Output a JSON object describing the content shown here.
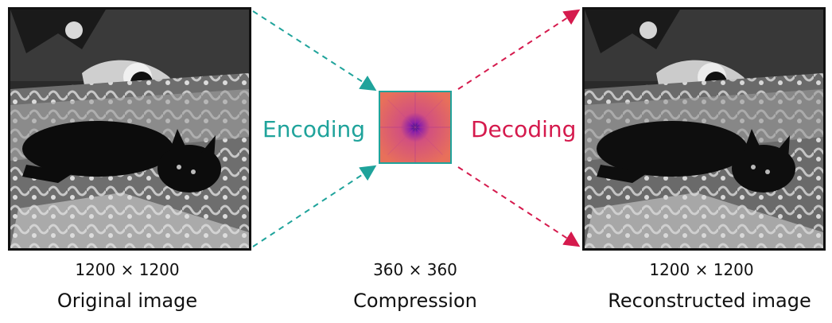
{
  "original": {
    "size": "1200 × 1200",
    "caption": "Original image"
  },
  "compressed": {
    "size": "360 × 360",
    "caption": "Compression"
  },
  "reconstructed": {
    "size": "1200 × 1200",
    "caption": "Reconstructed image"
  },
  "labels": {
    "encoding": "Encoding",
    "decoding": "Decoding"
  },
  "colors": {
    "encoding": "#1fa39b",
    "decoding": "#d51a4d"
  }
}
